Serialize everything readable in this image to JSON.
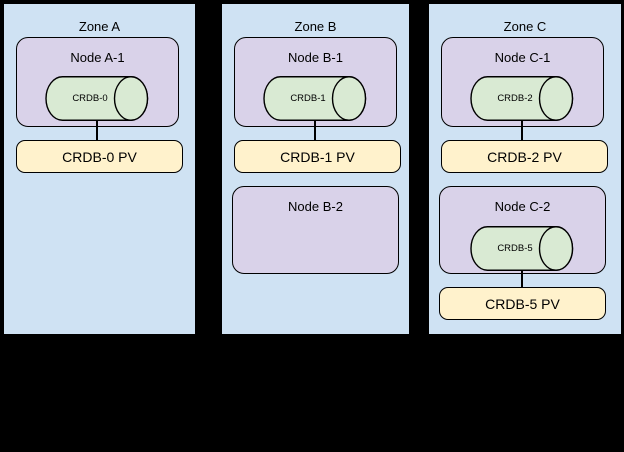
{
  "zones": [
    {
      "label": "Zone A",
      "nodes": [
        {
          "label": "Node A-1",
          "db_label": "CRDB-0",
          "pv_label": "CRDB-0 PV"
        }
      ]
    },
    {
      "label": "Zone B",
      "nodes": [
        {
          "label": "Node B-1",
          "db_label": "CRDB-1",
          "pv_label": "CRDB-1 PV"
        },
        {
          "label": "Node B-2"
        }
      ]
    },
    {
      "label": "Zone C",
      "nodes": [
        {
          "label": "Node C-1",
          "db_label": "CRDB-2",
          "pv_label": "CRDB-2 PV"
        },
        {
          "label": "Node C-2",
          "db_label": "CRDB-5",
          "pv_label": "CRDB-5 PV"
        }
      ]
    }
  ],
  "colors": {
    "background": "#000000",
    "zone_fill": "#cfe2f3",
    "node_fill": "#d9d2e9",
    "db_fill": "#d9ead3",
    "pv_fill": "#fff2cc",
    "stroke": "#000000",
    "text": "#000000"
  }
}
